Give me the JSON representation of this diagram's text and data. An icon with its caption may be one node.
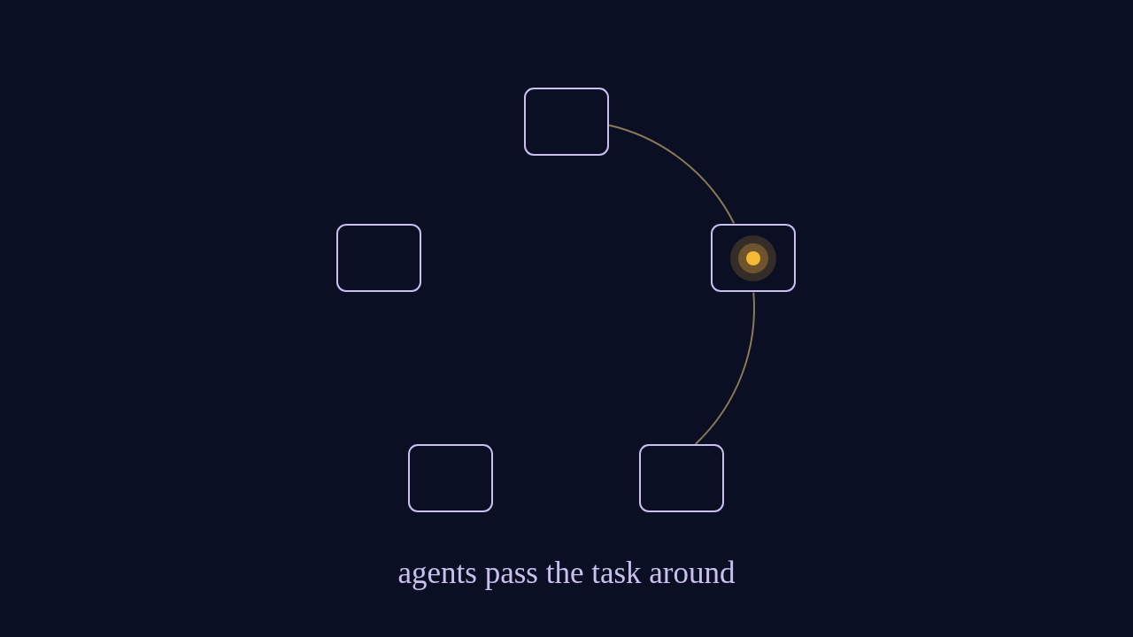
{
  "diagram": {
    "caption": "agents pass the task around",
    "nodes": [
      {
        "text": [],
        "shape": "box"
      },
      {
        "text": [],
        "shape": "box"
      },
      {
        "text": [],
        "shape": "box"
      },
      {
        "text": [],
        "shape": "box"
      },
      {
        "text": [],
        "shape": "box"
      }
    ],
    "edges": [
      {
        "from": 0,
        "to": 2,
        "arrow": "none"
      },
      {
        "from": 2,
        "to": 4,
        "arrow": "none"
      }
    ]
  }
}
